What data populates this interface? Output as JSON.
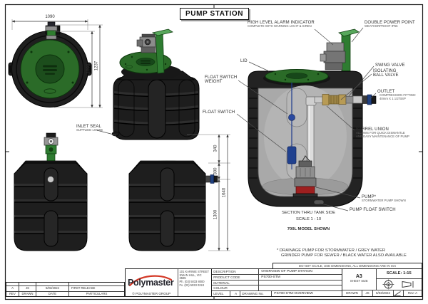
{
  "sheet": {
    "title": "PUMP STATION",
    "notes": {
      "pump_note_1": "* DRAINAGE PUMP FOR STORMWATER / GREY WATER",
      "pump_note_2": "GRINDER PUMP FOR SEWER / BLACK WATER ALSO AVAILABLE",
      "do_not_scale": "DO NOT SCALE, USE DIMENSIONS, ALL DIMENSIONS ARE IN mm"
    }
  },
  "labels": {
    "high_level_alarm": {
      "text": "HIGH LEVEL ALARM INDICATOR",
      "sub": "COMPLETE WITH WARNING LIGHT & SIREN"
    },
    "double_power_point": {
      "text": "DOUBLE POWER POINT",
      "sub": "WEATHERPROOF IP66"
    },
    "lid": {
      "text": "LID"
    },
    "swing_valve": {
      "text": "SWING VALVE"
    },
    "isolating_ball_valve": {
      "text": "ISOLATING",
      "text2": "BALL VALVE"
    },
    "outlet": {
      "text": "OUTLET",
      "sub": "COMPRESSION FITTING:",
      "sub2": "40mm X 1 1/2\"BSP"
    },
    "float_switch_weight": {
      "text": "FLOAT SWITCH",
      "text2": "WEIGHT"
    },
    "float_switch": {
      "text": "FLOAT SWITCH"
    },
    "barrel_union": {
      "text": "BARREL UNION",
      "sub": "ALLOWS FOR QUICK DISMANTLE",
      "sub2": "AND EASY MAINTENANCE OF PUMP"
    },
    "pump": {
      "text": "PUMP*",
      "sub": "STORMWATER PUMP SHOWN"
    },
    "pump_float_switch": {
      "text": "PUMP FLOAT SWITCH"
    },
    "inlet_seal": {
      "text": "INLET SEAL",
      "sub": "SUPPLIED LOOSE"
    }
  },
  "section_caption": {
    "title": "SECTION THRU TANK SIDE",
    "scale": "SCALE  1 : 10",
    "model": "700L MODEL SHOWN"
  },
  "dimensions": {
    "top_width": "1090",
    "lid_height": "1090",
    "overall_height": "1237",
    "d340": "340",
    "d300": "300",
    "d1300": "1300",
    "d1640": "1640"
  },
  "title_block": {
    "company": {
      "name": "Polymaster",
      "copyright": "© POLYMASTER GROUP",
      "address": [
        "101 KARINIE STREET",
        "SWAN HILL, VIC",
        "3585",
        "Ph. (03) 5033 8000",
        "Fx. (03) 5033 0224"
      ]
    },
    "fields": {
      "description_label": "DESCRIPTION",
      "description": "OVERVIEW OF PUMP STATION",
      "product_code_label": "PRODUCT CODE",
      "product_code": "PS700-STM",
      "material_label": "MATERIAL",
      "material": "",
      "colour_label": "COLOUR",
      "colour": "",
      "level_label": "LEVEL",
      "level": "A",
      "drawing_no_label": "DRAWING No.",
      "drawing_no": "PS700-STM-OVERVIEW"
    },
    "sheet_size": {
      "value": "A3",
      "label": "SHEET SIZE"
    },
    "scale": "SCALE:  1:15",
    "drawn_row": {
      "drawn_label": "DRAWN",
      "drawn": "JS",
      "date": "5/03/2024",
      "rev": "Rev: A"
    },
    "revision_table": {
      "headers": [
        "REV",
        "DRAWN",
        "DATE",
        "PARTICULARS"
      ],
      "rows": [
        [
          "A",
          "JS",
          "5/03/2024",
          "FIRST RELEASE"
        ]
      ]
    }
  },
  "colors": {
    "tank_black": "#1f1f1f",
    "lid_green": "#2b6b28",
    "pole_green": "#2e7c31",
    "interior_grey": "#a9a9a9",
    "float_blue": "#20418f",
    "pump_red": "#9e1f1f",
    "brass": "#9c8345",
    "logo_red": "#d43826"
  }
}
